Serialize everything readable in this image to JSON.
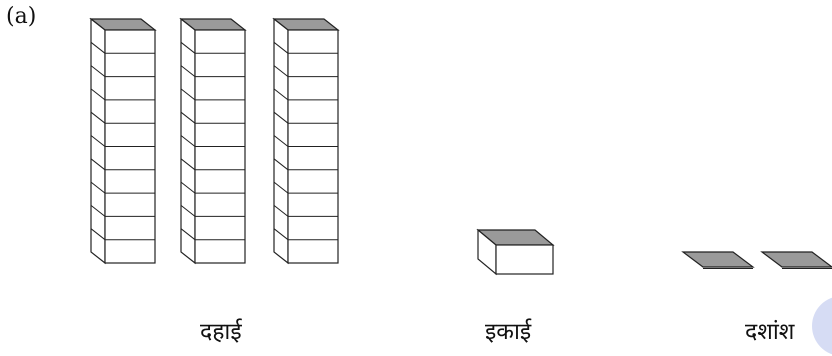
{
  "part_label": "(a)",
  "labels": {
    "tens": "दहाई",
    "ones": "इकाई",
    "tenths": "दशांश"
  },
  "blocks": {
    "tens_rods": 3,
    "cubes_per_rod": 10,
    "ones_cubes": 1,
    "tenths_flats": 2
  },
  "colors": {
    "top_face": "#9a9a9a",
    "outline": "#222222",
    "front_face": "#ffffff"
  }
}
